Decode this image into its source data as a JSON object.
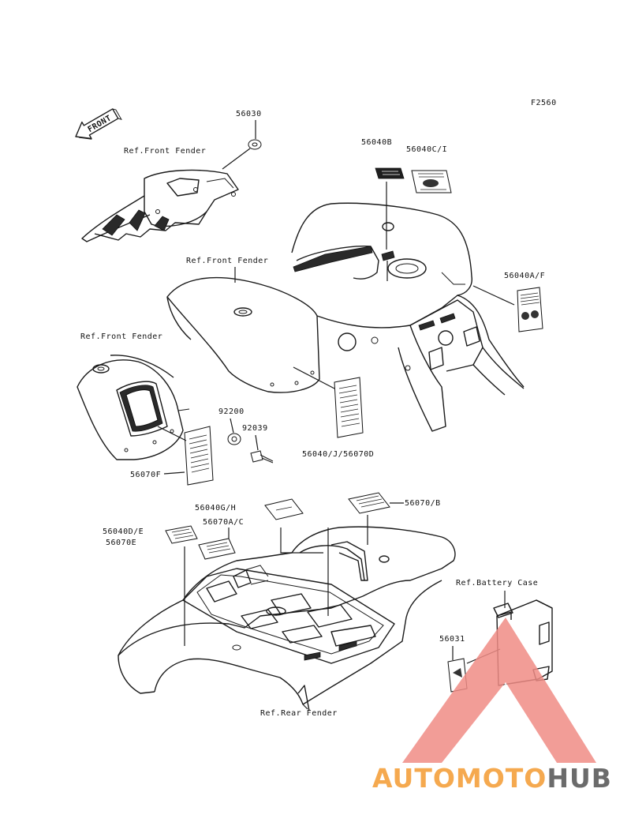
{
  "figure_code": "F2560",
  "direction_label": "FRONT",
  "labels": {
    "p56030": "56030",
    "ref_front_fender_1": "Ref.Front Fender",
    "p56040b": "56040B",
    "p56040ci": "56040C/I",
    "ref_front_fender_2": "Ref.Front Fender",
    "p56040af": "56040A/F",
    "ref_front_fender_3": "Ref.Front Fender",
    "p92200": "92200",
    "p92039": "92039",
    "p56040j": "56040/J/56070D",
    "p56070f": "56070F",
    "p56040gh": "56040G/H",
    "p56070b": "56070/B",
    "p56070ac": "56070A/C",
    "p56040de": "56040D/E",
    "p56070e": "56070E",
    "ref_battery_case": "Ref.Battery Case",
    "p56031": "56031",
    "ref_rear_fender": "Ref.Rear Fender"
  },
  "watermark": {
    "part1": "AUTOMOTO",
    "part2": "HUB",
    "colors": {
      "orange": "#f5a94f",
      "red": "#ee4a40",
      "gray": "#6b6b6b",
      "triangle": "#f08c86"
    }
  }
}
